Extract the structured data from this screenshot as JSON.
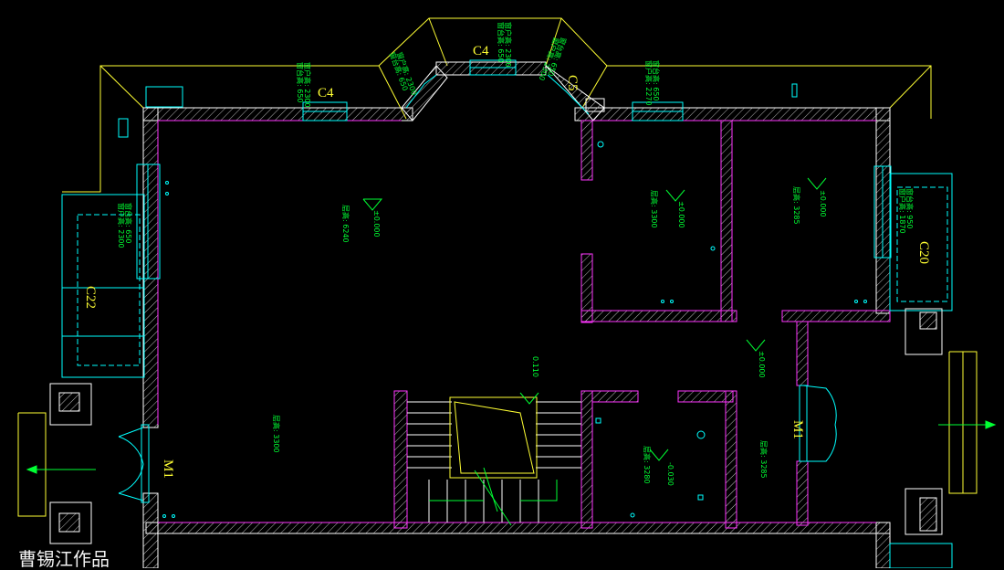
{
  "drawing": {
    "labels": {
      "c4_left": "C4",
      "c4_center": "C4",
      "c5": "C5",
      "c20": "C20",
      "c22": "C22",
      "m1_left": "M1",
      "m1_right": "M1"
    },
    "elevations": {
      "main": "±0.000",
      "room1": "±0.000",
      "room2": "±0.000",
      "corridor": "±0.000",
      "bath": "-0.030",
      "stair": "0.110"
    },
    "heights": {
      "main": "层高: 6240",
      "room1": "层高: 3300",
      "room2": "层高: 3285",
      "lower_left": "层高: 3300",
      "bath": "层高: 3280",
      "lower_right": "层高: 3285"
    },
    "window_notes": {
      "c4_left_sill": "窗台高: 650",
      "c4_left_height": "窗户高: 2300",
      "c4_center_sill": "窗台高: 650",
      "c4_center_height": "窗户高: 2300",
      "c4_diag_sill": "窗台高: 650",
      "c4_diag_height": "窗户高: 2300",
      "c5_sill": "窗台高: 650",
      "c5_height": "窗户高: 2300",
      "right_top_sill": "窗台高: 650",
      "right_top_height": "窗户高: 2270",
      "c20_sill": "窗台高: 950",
      "c20_height": "窗户高: 1870",
      "c22_sill": "窗台高: 650",
      "c22_height": "窗户高: 2300"
    },
    "colors": {
      "wall": "#ffffff",
      "hatch": "#cccccc",
      "interior_line": "#ff33ff",
      "window": "#00ffff",
      "outline": "#ffff33",
      "text": "#00ff33",
      "background": "#000000"
    }
  },
  "watermark": "曹锡江作品"
}
